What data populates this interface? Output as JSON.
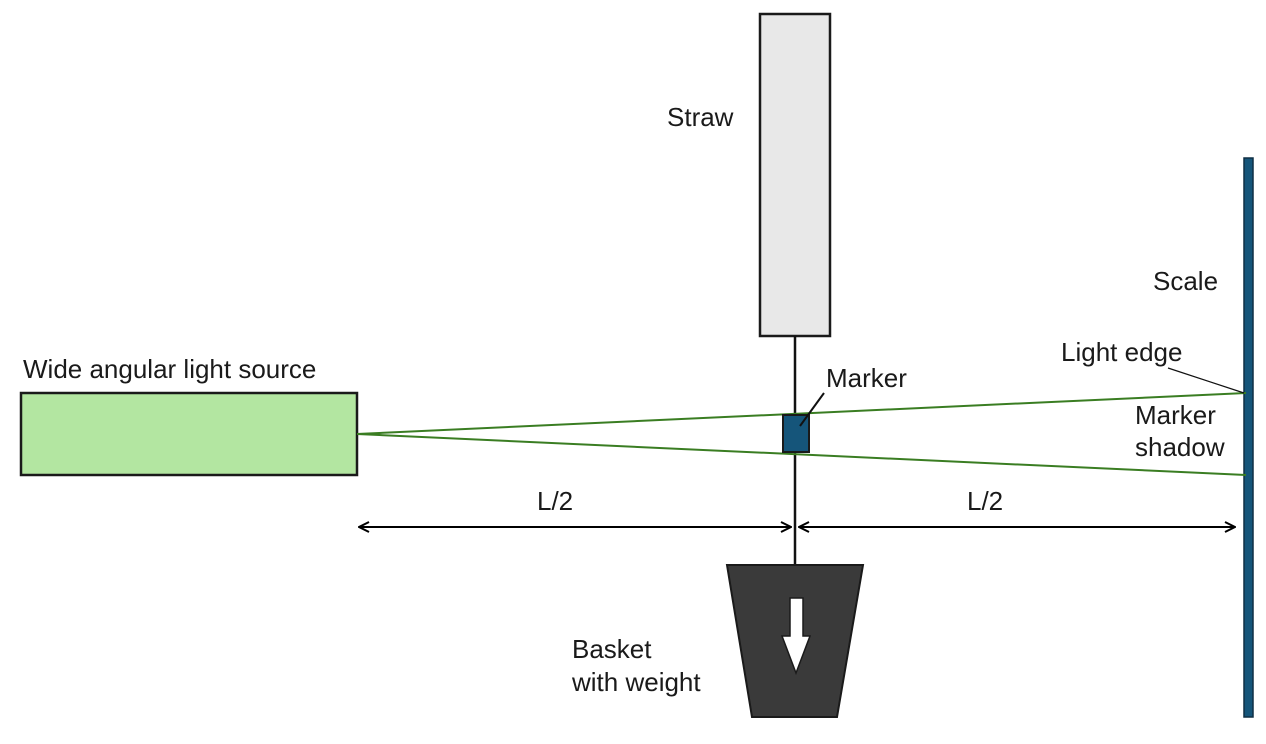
{
  "labels": {
    "straw": "Straw",
    "scale": "Scale",
    "light_source": "Wide angular light source",
    "marker": "Marker",
    "light_edge": "Light edge",
    "marker_shadow_line1": "Marker",
    "marker_shadow_line2": "shadow",
    "left_distance": "L/2",
    "right_distance": "L/2",
    "basket_line1": "Basket",
    "basket_line2": "with weight"
  },
  "colors": {
    "straw_fill": "#e8e8e8",
    "light_source_fill": "#b3e6a1",
    "marker_fill": "#15557a",
    "scale_fill": "#15557a",
    "light_ray": "#3a7d22",
    "basket_fill": "#3a3a3a",
    "arrow_fill": "#ffffff",
    "outline": "#1a1a1a"
  },
  "icons": {
    "weight_direction": "down-arrow-icon"
  }
}
